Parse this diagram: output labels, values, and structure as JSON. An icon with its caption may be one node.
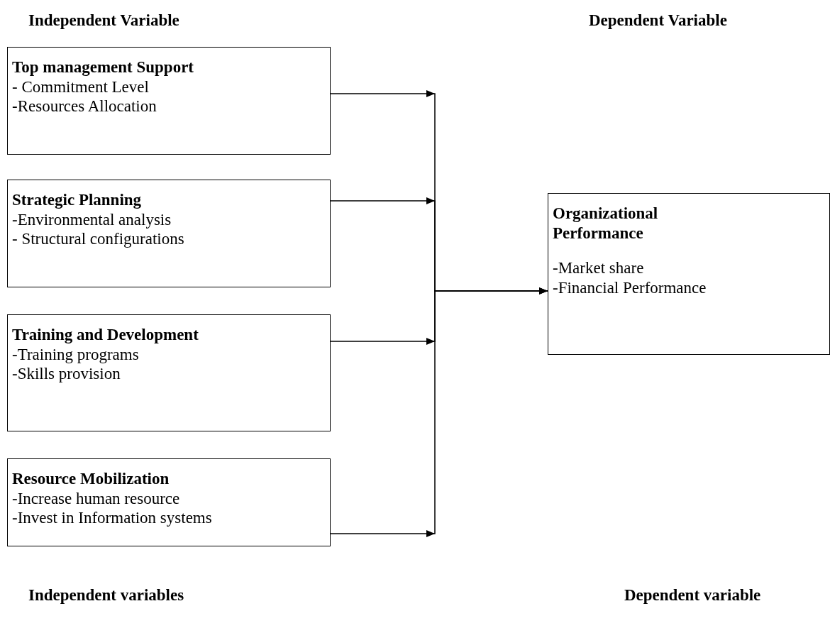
{
  "diagram": {
    "nodes": [
      {
        "text": [
          "Top management Support",
          "- Commitment Level",
          "-Resources Allocation"
        ]
      },
      {
        "text": [
          "Strategic Planning",
          "-Environmental analysis",
          "- Structural configurations"
        ]
      },
      {
        "text": [
          "Training and Development",
          "-Training programs",
          "-Skills provision"
        ]
      },
      {
        "text": [
          "Resource Mobilization",
          "-Increase human resource",
          "-Invest in Information systems"
        ]
      },
      {
        "text": [
          "Organizational Performance",
          "-Market share",
          "-Financial Performance"
        ]
      }
    ],
    "edges": [
      {
        "from": 0,
        "to": 4,
        "arrow": "to"
      },
      {
        "from": 1,
        "to": 4,
        "arrow": "to"
      },
      {
        "from": 2,
        "to": 4,
        "arrow": "to"
      },
      {
        "from": 3,
        "to": 4,
        "arrow": "to"
      }
    ],
    "labels": [
      "Independent Variable",
      "Dependent Variable",
      "Independent variables",
      "Dependent variable"
    ]
  }
}
